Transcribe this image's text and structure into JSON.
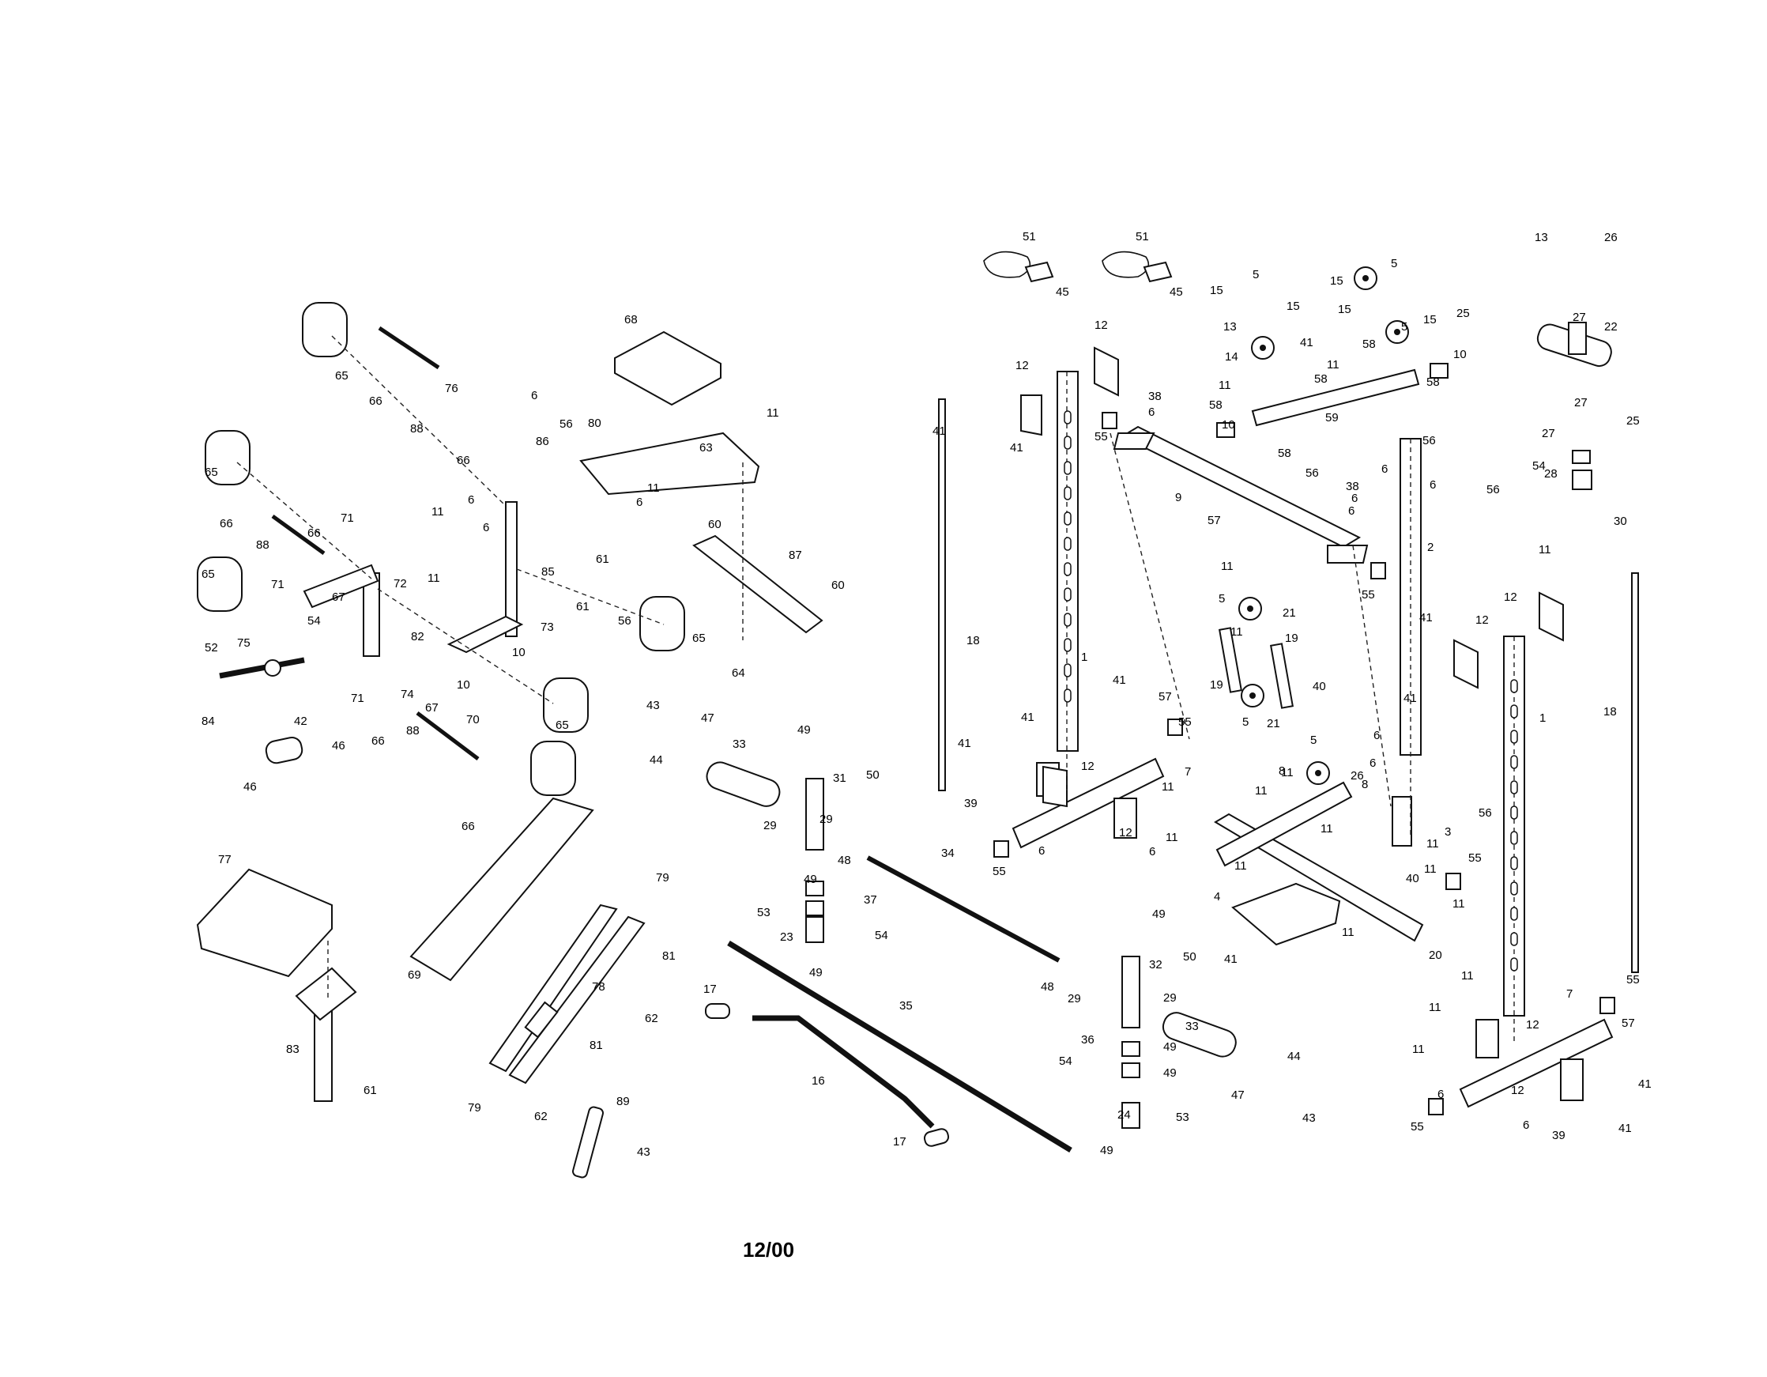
{
  "footer": {
    "date_code": "12/00"
  },
  "callouts": [
    "1",
    "2",
    "3",
    "4",
    "5",
    "6",
    "7",
    "8",
    "9",
    "10",
    "11",
    "12",
    "13",
    "14",
    "15",
    "16",
    "17",
    "18",
    "19",
    "20",
    "21",
    "22",
    "23",
    "24",
    "25",
    "26",
    "27",
    "28",
    "29",
    "30",
    "31",
    "32",
    "33",
    "34",
    "35",
    "36",
    "37",
    "38",
    "39",
    "40",
    "41",
    "42",
    "43",
    "44",
    "45",
    "46",
    "47",
    "48",
    "49",
    "50",
    "51",
    "52",
    "53",
    "54",
    "55",
    "56",
    "57",
    "58",
    "59",
    "60",
    "61",
    "62",
    "63",
    "64",
    "65",
    "66",
    "67",
    "68",
    "69",
    "70",
    "71",
    "72",
    "73",
    "74",
    "75",
    "76",
    "77",
    "78",
    "79",
    "80",
    "81",
    "82",
    "83",
    "84",
    "85",
    "86",
    "87",
    "88",
    "89"
  ]
}
